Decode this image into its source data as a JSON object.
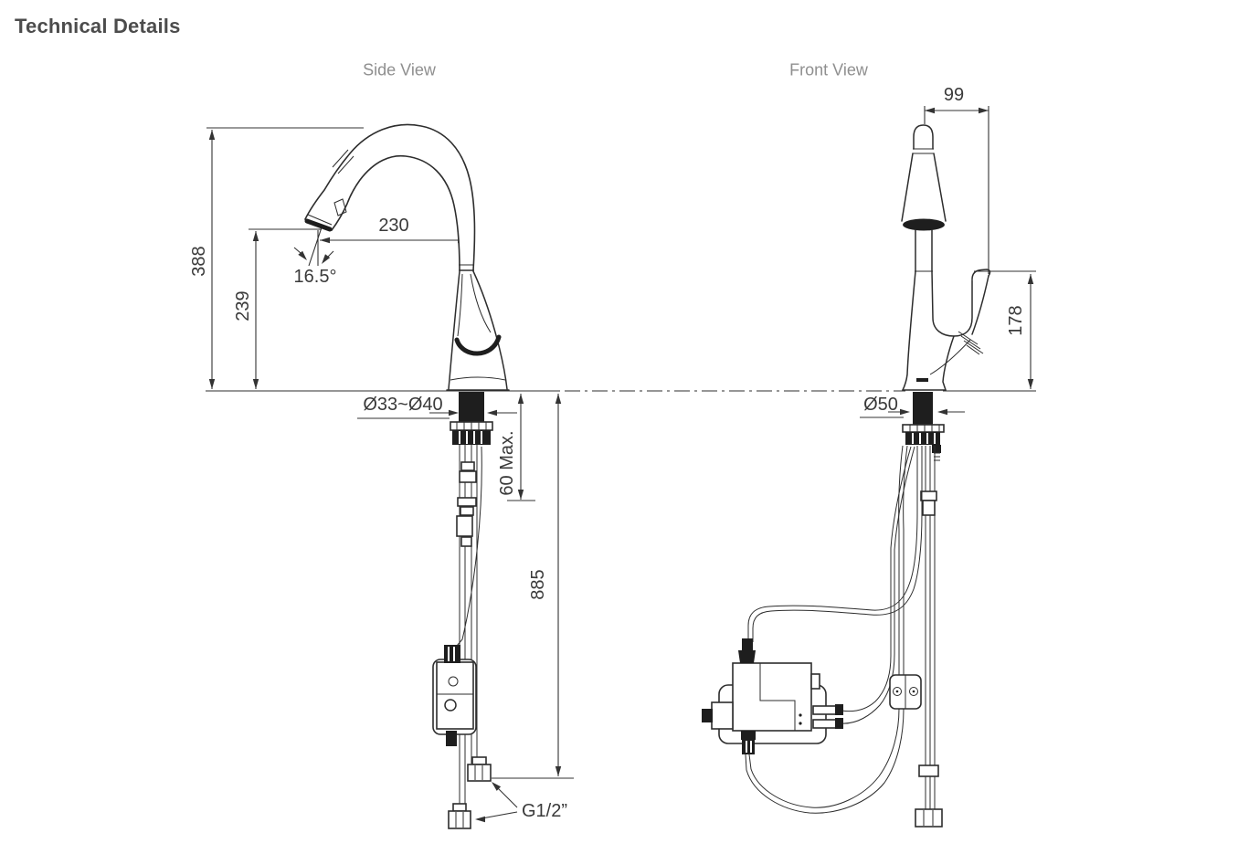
{
  "page": {
    "title": "Technical Details"
  },
  "side_view": {
    "label": "Side View",
    "dimensions": {
      "total_height": "388",
      "spout_height": "239",
      "spout_reach": "230",
      "spray_angle": "16.5°",
      "mount_hole_diameter": "Ø33~Ø40",
      "max_deck_thickness": "60 Max.",
      "hose_drop_length": "885",
      "supply_thread": "G1/2”"
    }
  },
  "front_view": {
    "label": "Front View",
    "dimensions": {
      "head_offset": "99",
      "body_height": "178",
      "base_diameter": "Ø50"
    }
  },
  "colors": {
    "line": "#2d2d2d",
    "dimension_text": "#3a3a3a",
    "view_label_gray": "#8f8f8f",
    "title_gray": "#4c4c4c"
  }
}
